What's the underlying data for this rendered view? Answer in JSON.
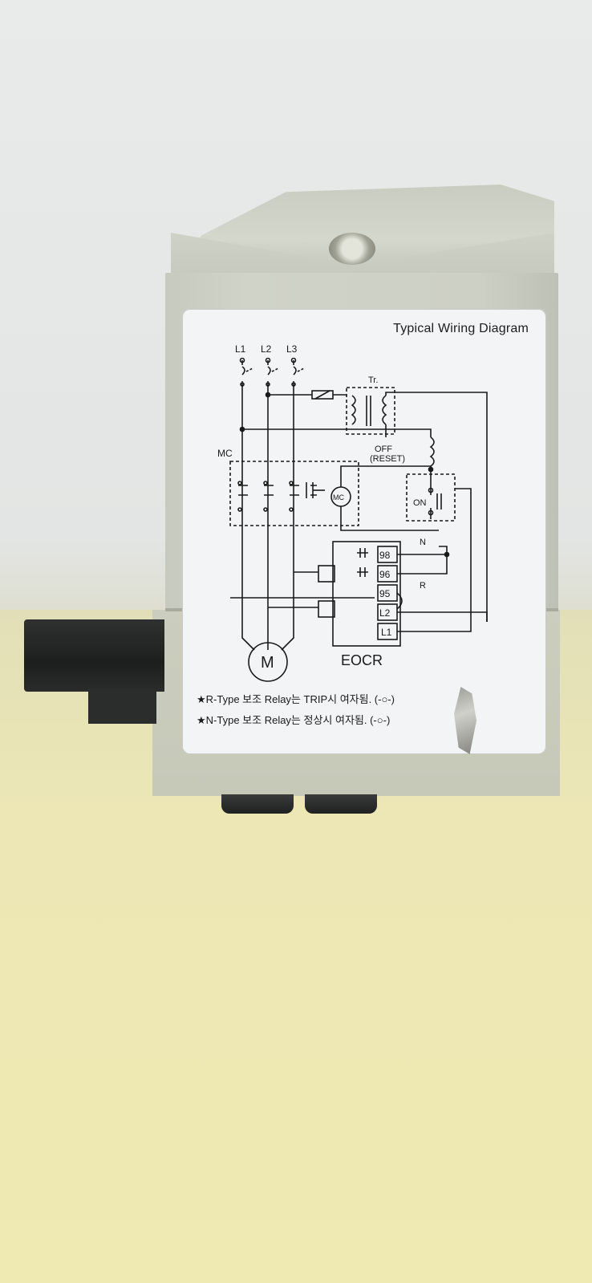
{
  "label": {
    "title": "Typical Wiring Diagram",
    "lines": [
      "L1",
      "L2",
      "L3"
    ],
    "transformer": "Tr.",
    "contactor": "MC",
    "coil": "MC",
    "off_button": "OFF",
    "reset": "(RESET)",
    "on_button": "ON",
    "terminals": [
      "98",
      "96",
      "95",
      "L2",
      "L1"
    ],
    "n_mark": "N",
    "r_mark": "R",
    "motor": "M",
    "device": "EOCR",
    "notes": [
      "★R-Type 보조 Relay는 TRIP시 여자됨. (-○-)",
      "★N-Type 보조 Relay는 정상시 여자됨. (-○-)"
    ]
  },
  "colors": {
    "wall": "#e4e6e5",
    "table": "#ede8b4",
    "housing": "#cdd0c5",
    "label": "#f3f4f5",
    "ink": "#1a1a1a"
  }
}
